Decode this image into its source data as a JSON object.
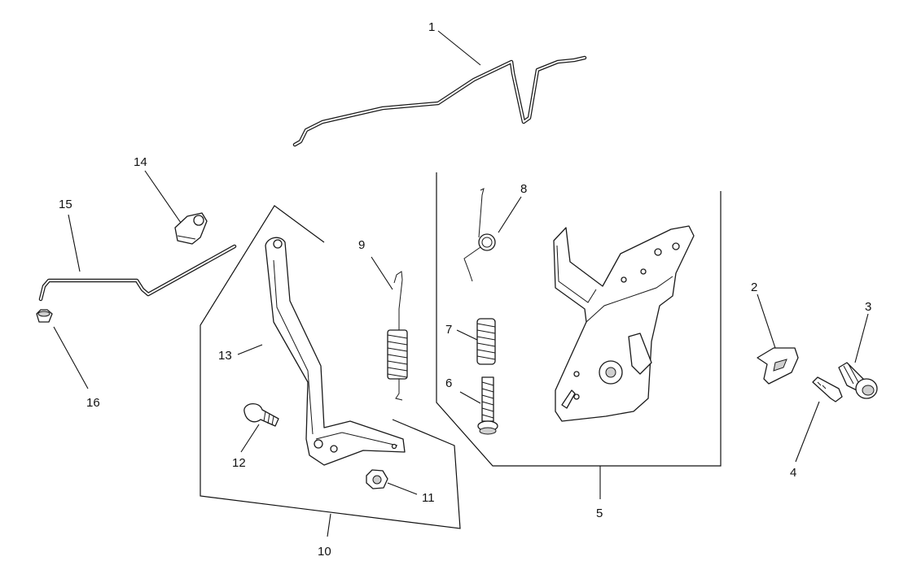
{
  "callouts": [
    "1",
    "2",
    "3",
    "4",
    "5",
    "6",
    "7",
    "8",
    "9",
    "10",
    "11",
    "12",
    "13",
    "14",
    "15",
    "16"
  ],
  "colors": {
    "line": "#1a1a1a",
    "background": "#ffffff"
  }
}
